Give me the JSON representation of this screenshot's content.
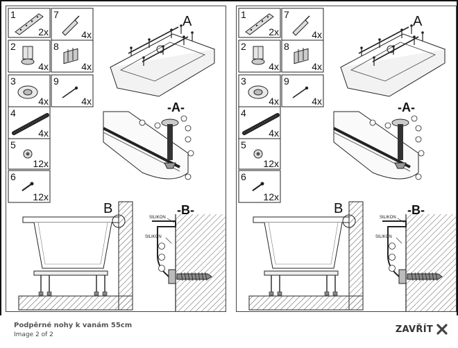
{
  "caption": {
    "title": "Podpěrné nohy k vanám 55cm",
    "counter": "Image 2 of 2"
  },
  "close": {
    "label": "ZAVŘÍT",
    "icon": "close-icon"
  },
  "drawing": {
    "parts": [
      {
        "num": "1",
        "qty": "2x"
      },
      {
        "num": "2",
        "qty": "4x"
      },
      {
        "num": "3",
        "qty": "4x"
      },
      {
        "num": "4",
        "qty": "4x"
      },
      {
        "num": "5",
        "qty": "12x"
      },
      {
        "num": "6",
        "qty": "12x"
      },
      {
        "num": "7",
        "qty": "4x"
      },
      {
        "num": "8",
        "qty": "4x"
      },
      {
        "num": "9",
        "qty": "4x"
      }
    ],
    "view_a": "A",
    "detail_a": "-A-",
    "view_b": "B",
    "detail_b": "-B-",
    "silikon": "SILIKON"
  }
}
